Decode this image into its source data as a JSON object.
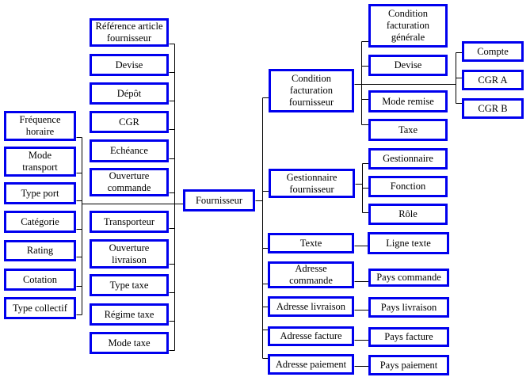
{
  "diagram": {
    "root_id": "fournisseur",
    "colors": {
      "box_border": "#0000ee",
      "connector": "#000000",
      "text": "#000000",
      "background": "#ffffff"
    },
    "nodes": [
      {
        "id": "frequence-horaire",
        "label": "Fréquence\nhoraire"
      },
      {
        "id": "mode-transport",
        "label": "Mode\ntransport"
      },
      {
        "id": "type-port",
        "label": "Type port"
      },
      {
        "id": "categorie",
        "label": "Catégorie"
      },
      {
        "id": "rating",
        "label": "Rating"
      },
      {
        "id": "cotation",
        "label": "Cotation"
      },
      {
        "id": "type-collectif",
        "label": "Type collectif"
      },
      {
        "id": "reference-article-fournisseur",
        "label": "Référence article\nfournisseur"
      },
      {
        "id": "devise",
        "label": "Devise"
      },
      {
        "id": "depot",
        "label": "Dépôt"
      },
      {
        "id": "cgr",
        "label": "CGR"
      },
      {
        "id": "echeance",
        "label": "Echéance"
      },
      {
        "id": "ouverture-commande",
        "label": "Ouverture\ncommande"
      },
      {
        "id": "transporteur",
        "label": "Transporteur"
      },
      {
        "id": "ouverture-livraison",
        "label": "Ouverture\nlivraison"
      },
      {
        "id": "type-taxe",
        "label": "Type taxe"
      },
      {
        "id": "regime-taxe",
        "label": "Régime taxe"
      },
      {
        "id": "mode-taxe",
        "label": "Mode taxe"
      },
      {
        "id": "fournisseur",
        "label": "Fournisseur"
      },
      {
        "id": "condition-facturation-fournisseur",
        "label": "Condition\nfacturation\nfournisseur"
      },
      {
        "id": "condition-facturation-generale",
        "label": "Condition\nfacturation\ngénérale"
      },
      {
        "id": "devise-facturation",
        "label": "Devise"
      },
      {
        "id": "mode-remise",
        "label": "Mode remise"
      },
      {
        "id": "taxe",
        "label": "Taxe"
      },
      {
        "id": "compte",
        "label": "Compte"
      },
      {
        "id": "cgr-a",
        "label": "CGR A"
      },
      {
        "id": "cgr-b",
        "label": "CGR B"
      },
      {
        "id": "gestionnaire-fournisseur",
        "label": "Gestionnaire\nfournisseur"
      },
      {
        "id": "gestionnaire",
        "label": "Gestionnaire"
      },
      {
        "id": "fonction",
        "label": "Fonction"
      },
      {
        "id": "role",
        "label": "Rôle"
      },
      {
        "id": "texte",
        "label": "Texte"
      },
      {
        "id": "ligne-texte",
        "label": "Ligne texte"
      },
      {
        "id": "adresse-commande",
        "label": "Adresse\ncommande"
      },
      {
        "id": "pays-commande",
        "label": "Pays commande"
      },
      {
        "id": "adresse-livraison",
        "label": "Adresse livraison"
      },
      {
        "id": "pays-livraison",
        "label": "Pays livraison"
      },
      {
        "id": "adresse-facture",
        "label": "Adresse facture"
      },
      {
        "id": "pays-facture",
        "label": "Pays facture"
      },
      {
        "id": "adresse-paiement",
        "label": "Adresse paiement"
      },
      {
        "id": "pays-paiement",
        "label": "Pays paiement"
      }
    ],
    "edges": [
      {
        "a": "frequence-horaire",
        "b": "fournisseur"
      },
      {
        "a": "mode-transport",
        "b": "fournisseur"
      },
      {
        "a": "type-port",
        "b": "fournisseur"
      },
      {
        "a": "categorie",
        "b": "fournisseur"
      },
      {
        "a": "rating",
        "b": "fournisseur"
      },
      {
        "a": "cotation",
        "b": "fournisseur"
      },
      {
        "a": "type-collectif",
        "b": "fournisseur"
      },
      {
        "a": "reference-article-fournisseur",
        "b": "fournisseur"
      },
      {
        "a": "devise",
        "b": "fournisseur"
      },
      {
        "a": "depot",
        "b": "fournisseur"
      },
      {
        "a": "cgr",
        "b": "fournisseur"
      },
      {
        "a": "echeance",
        "b": "fournisseur"
      },
      {
        "a": "ouverture-commande",
        "b": "fournisseur"
      },
      {
        "a": "transporteur",
        "b": "fournisseur"
      },
      {
        "a": "ouverture-livraison",
        "b": "fournisseur"
      },
      {
        "a": "type-taxe",
        "b": "fournisseur"
      },
      {
        "a": "regime-taxe",
        "b": "fournisseur"
      },
      {
        "a": "mode-taxe",
        "b": "fournisseur"
      },
      {
        "a": "fournisseur",
        "b": "condition-facturation-fournisseur"
      },
      {
        "a": "condition-facturation-fournisseur",
        "b": "condition-facturation-generale"
      },
      {
        "a": "condition-facturation-fournisseur",
        "b": "devise-facturation"
      },
      {
        "a": "condition-facturation-fournisseur",
        "b": "mode-remise"
      },
      {
        "a": "condition-facturation-fournisseur",
        "b": "taxe"
      },
      {
        "a": "condition-facturation-fournisseur",
        "b": "compte"
      },
      {
        "a": "condition-facturation-fournisseur",
        "b": "cgr-a"
      },
      {
        "a": "condition-facturation-fournisseur",
        "b": "cgr-b"
      },
      {
        "a": "fournisseur",
        "b": "gestionnaire-fournisseur"
      },
      {
        "a": "gestionnaire-fournisseur",
        "b": "gestionnaire"
      },
      {
        "a": "gestionnaire-fournisseur",
        "b": "fonction"
      },
      {
        "a": "gestionnaire-fournisseur",
        "b": "role"
      },
      {
        "a": "fournisseur",
        "b": "texte"
      },
      {
        "a": "texte",
        "b": "ligne-texte"
      },
      {
        "a": "fournisseur",
        "b": "adresse-commande"
      },
      {
        "a": "adresse-commande",
        "b": "pays-commande"
      },
      {
        "a": "fournisseur",
        "b": "adresse-livraison"
      },
      {
        "a": "adresse-livraison",
        "b": "pays-livraison"
      },
      {
        "a": "fournisseur",
        "b": "adresse-facture"
      },
      {
        "a": "adresse-facture",
        "b": "pays-facture"
      },
      {
        "a": "fournisseur",
        "b": "adresse-paiement"
      },
      {
        "a": "adresse-paiement",
        "b": "pays-paiement"
      }
    ]
  }
}
